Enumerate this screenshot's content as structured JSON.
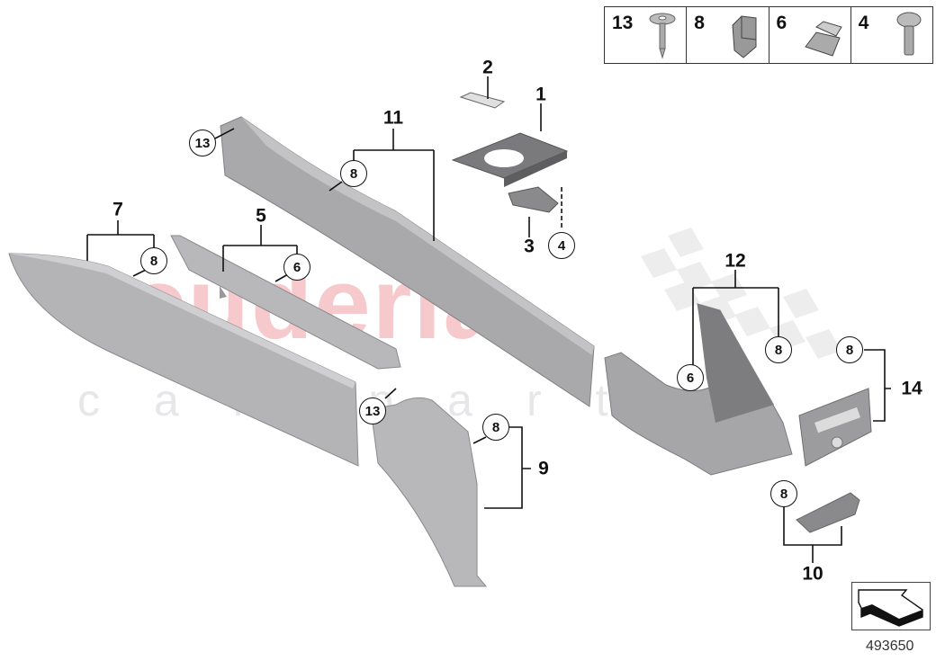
{
  "diagram": {
    "type": "exploded-parts-diagram",
    "reference_number": "493650",
    "watermark": {
      "main": "scuderia",
      "sub": "car parts",
      "color": "#f6c9cd"
    },
    "legend": {
      "items": [
        {
          "num": "13",
          "icon": "screw-with-washer-icon"
        },
        {
          "num": "8",
          "icon": "spring-clip-icon"
        },
        {
          "num": "6",
          "icon": "clamp-clip-icon"
        },
        {
          "num": "4",
          "icon": "round-head-screw-icon"
        }
      ]
    },
    "callouts": [
      {
        "id": "1",
        "label": "1"
      },
      {
        "id": "2",
        "label": "2"
      },
      {
        "id": "3",
        "label": "3"
      },
      {
        "id": "5",
        "label": "5"
      },
      {
        "id": "7",
        "label": "7"
      },
      {
        "id": "9",
        "label": "9"
      },
      {
        "id": "10",
        "label": "10"
      },
      {
        "id": "11",
        "label": "11"
      },
      {
        "id": "12",
        "label": "12"
      },
      {
        "id": "14",
        "label": "14"
      }
    ],
    "circled_refs": [
      {
        "label": "13"
      },
      {
        "label": "8"
      },
      {
        "label": "4"
      },
      {
        "label": "8"
      },
      {
        "label": "6"
      },
      {
        "label": "13"
      },
      {
        "label": "8"
      },
      {
        "label": "8"
      },
      {
        "label": "6"
      },
      {
        "label": "8"
      },
      {
        "label": "8"
      }
    ]
  }
}
